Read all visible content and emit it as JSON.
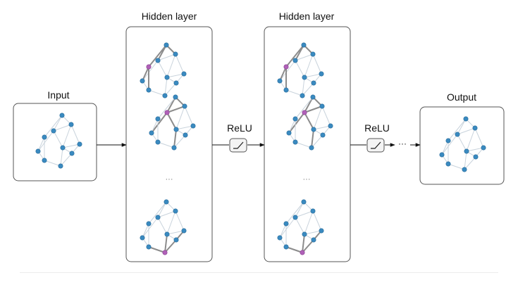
{
  "labels": {
    "input": "Input",
    "hidden_1": "Hidden layer",
    "hidden_2": "Hidden layer",
    "relu_1": "ReLU",
    "relu_2": "ReLU",
    "output": "Output",
    "ellipsis_between_graphs": "···",
    "ellipsis_after_relu": "···"
  },
  "colors": {
    "node": "#3a8ac0",
    "node_stroke": "#2a6e9c",
    "highlight_node": "#b061b8",
    "edge": "#c9d3dc",
    "highlight_edge": "#8c8c8c",
    "box_border": "#555555",
    "arrow": "#111111"
  },
  "icons": {
    "relu_box": "relu-activation-icon",
    "arrow": "arrow-right-icon"
  }
}
